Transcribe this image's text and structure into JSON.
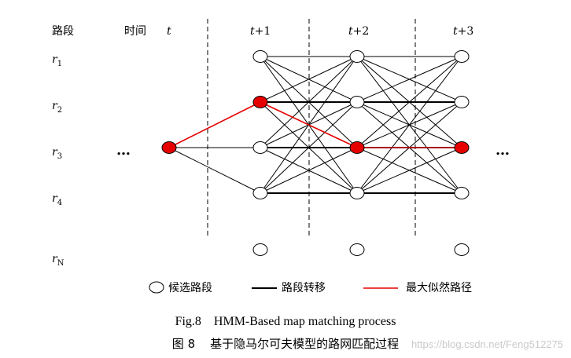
{
  "header": {
    "road_label": "路段",
    "time_label": "时间"
  },
  "time_steps": [
    {
      "base": "t",
      "suffix": ""
    },
    {
      "base": "t",
      "suffix": "+1"
    },
    {
      "base": "t",
      "suffix": "+2"
    },
    {
      "base": "t",
      "suffix": "+3"
    }
  ],
  "rows": [
    {
      "base": "r",
      "sub": "1"
    },
    {
      "base": "r",
      "sub": "2"
    },
    {
      "base": "r",
      "sub": "3"
    },
    {
      "base": "r",
      "sub": "4"
    },
    {
      "base": "r",
      "sub": "N"
    }
  ],
  "ellipsis": "…",
  "colors": {
    "node_fill": "#ffffff",
    "node_stroke": "#000000",
    "highlight": "#e60000",
    "edge": "#000000"
  },
  "graph": {
    "columns": [
      {
        "rows": [
          2
        ]
      },
      {
        "rows": [
          0,
          1,
          2,
          3,
          4
        ]
      },
      {
        "rows": [
          0,
          1,
          2,
          3,
          4
        ]
      },
      {
        "rows": [
          0,
          1,
          2,
          3,
          4
        ]
      }
    ],
    "highlighted_nodes": [
      [
        0,
        2
      ],
      [
        1,
        1
      ],
      [
        2,
        2
      ],
      [
        3,
        2
      ]
    ],
    "transitions": [
      {
        "from_col": 0,
        "to_col": 1,
        "pairs": [
          [
            2,
            1
          ],
          [
            2,
            2
          ],
          [
            2,
            3
          ]
        ]
      },
      {
        "from_col": 1,
        "to_col": 2,
        "all_between_rows": [
          0,
          1,
          2,
          3
        ]
      },
      {
        "from_col": 2,
        "to_col": 3,
        "all_between_rows": [
          0,
          1,
          2,
          3
        ]
      }
    ],
    "bold_transitions": [
      {
        "from_col": 1,
        "to_col": 2,
        "pairs": [
          [
            1,
            1
          ],
          [
            2,
            2
          ],
          [
            3,
            3
          ]
        ]
      },
      {
        "from_col": 2,
        "to_col": 3,
        "pairs": [
          [
            1,
            1
          ],
          [
            2,
            2
          ],
          [
            3,
            3
          ]
        ]
      }
    ],
    "max_likelihood_path": [
      [
        0,
        2
      ],
      [
        1,
        1
      ],
      [
        2,
        2
      ],
      [
        3,
        2
      ]
    ]
  },
  "legend": {
    "candidate": "候选路段",
    "transition": "路段转移",
    "max_path": "最大似然路径"
  },
  "caption": {
    "en": "Fig.8    HMM-Based map matching process",
    "cn": "图 8    基于隐马尔可夫模型的路网匹配过程"
  },
  "watermark": "https://blog.csdn.net/Feng512275"
}
